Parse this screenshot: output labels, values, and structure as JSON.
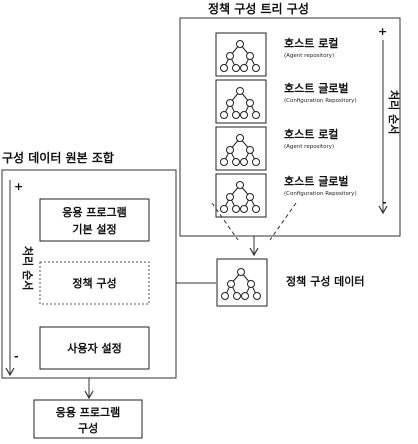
{
  "tree_panel": {
    "title": "정책 구성 트리 구성",
    "order_label": "처리 순서",
    "plus": "+",
    "minus": "-",
    "items": [
      {
        "title": "호스트 로컬",
        "subtitle": "(Agent repository)"
      },
      {
        "title": "호스트 글로벌",
        "subtitle": "(Configuration Repository)"
      },
      {
        "title": "호스트 로컬",
        "subtitle": "(Agent repository)"
      },
      {
        "title": "호스트 글로벌",
        "subtitle": "(Configuration Repository)"
      }
    ]
  },
  "merge_panel": {
    "title": "구성 데이터 원본 조합",
    "order_label": "처리 순서",
    "plus": "+",
    "minus": "-",
    "items": [
      {
        "line1": "응용 프로그램",
        "line2": "기본 설정"
      },
      {
        "line1": "정책 구성"
      },
      {
        "line1": "사용자 설정"
      }
    ]
  },
  "policy_data": {
    "label": "정책 구성 데이터"
  },
  "result": {
    "line1": "응용 프로그램",
    "line2": "구성"
  }
}
